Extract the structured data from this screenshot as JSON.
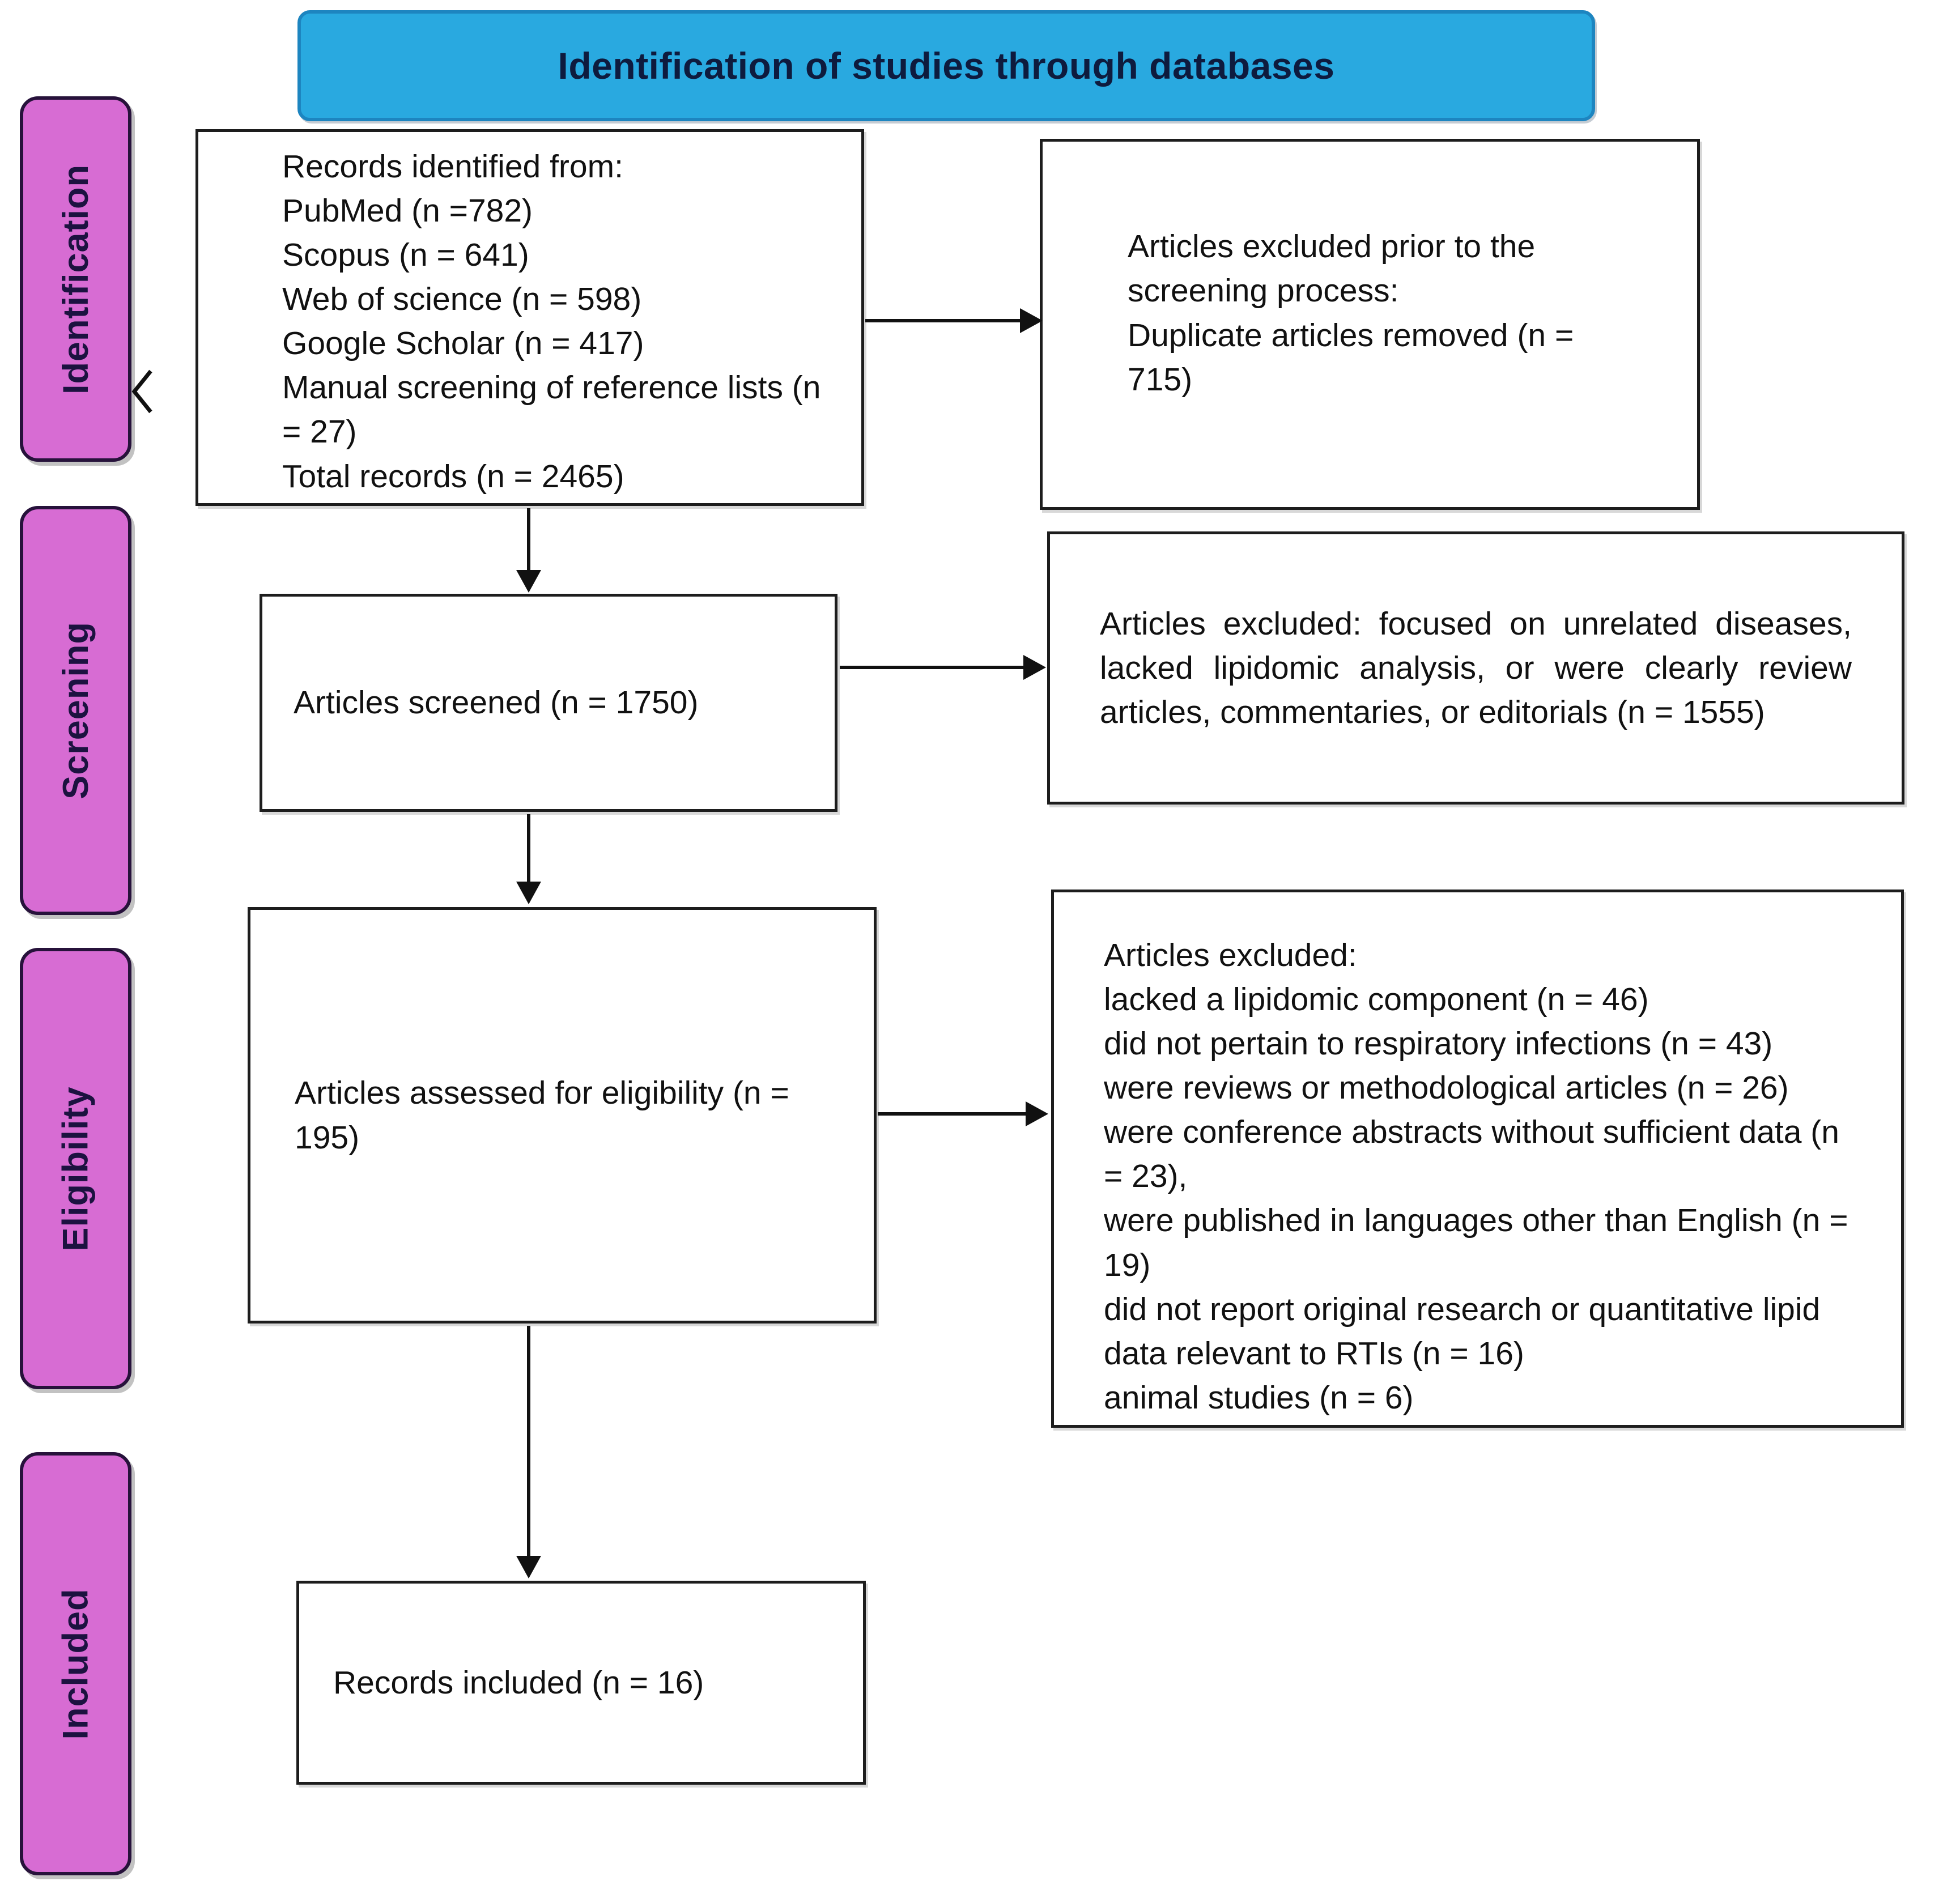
{
  "figure": {
    "title": "Identification of studies through databases"
  },
  "stages": [
    {
      "label": "Identification"
    },
    {
      "label": "Screening"
    },
    {
      "label": "Eligibility"
    },
    {
      "label": "Included"
    }
  ],
  "boxes": {
    "records": {
      "lines": [
        "Records identified from:",
        "PubMed (n =782)",
        "Scopus (n = 641)",
        "Web of science (n = 598)",
        "Google Scholar (n = 417)",
        "Manual screening of reference lists (n = 27)",
        "Total records (n = 2465)"
      ]
    },
    "duplicates_excluded": {
      "lines": [
        "Articles excluded prior to the screening process:",
        "Duplicate articles removed (n = 715)"
      ]
    },
    "screened": {
      "text": "Articles screened (n = 1750)"
    },
    "screening_excluded": {
      "text": "Articles excluded: focused on unrelated diseases, lacked lipidomic analysis, or were clearly review articles, commentaries, or editorials (n = 1555)"
    },
    "eligibility": {
      "text": "Articles assessed for eligibility (n = 195)"
    },
    "eligibility_excluded": {
      "heading": "Articles excluded:",
      "items": [
        "lacked a lipidomic component (n = 46)",
        "did not pertain to respiratory infections (n = 43)",
        "were reviews or methodological articles (n = 26)",
        "were conference abstracts without sufficient data (n = 23),",
        "were published in languages other than English (n = 19)",
        "did not report original research or quantitative lipid data relevant to RTIs (n = 16)",
        "animal studies (n = 6)"
      ]
    },
    "included": {
      "text": "Records included (n = 16)"
    }
  },
  "colors": {
    "banner": "#29a9e0",
    "banner_border": "#1d85c0",
    "banner_text": "#0e1b3e",
    "stage_fill": "#d76cd3",
    "stage_border": "#27123b",
    "stage_text": "#1c1240",
    "box_border": "#1d1d1d",
    "text": "#111111",
    "arrow": "#111111"
  }
}
